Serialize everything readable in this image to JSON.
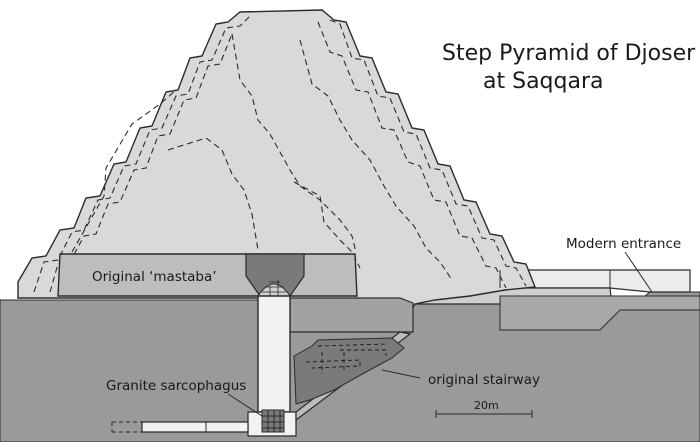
{
  "title": {
    "line1": "Step Pyramid of Djoser",
    "line2": "at Saqqara"
  },
  "labels": {
    "original_mastaba": "Original ‘mastaba’",
    "modern_entrance": "Modern entrance",
    "granite_sarcophagus": "Granite sarcophagus",
    "original_stairway": "original stairway"
  },
  "scale_bar": {
    "label": "20m"
  },
  "colors": {
    "ground": "#9a9a9a",
    "pyramid": "#d9d9d9",
    "mastaba": "#bdbdbd",
    "shaft": "#f2f2f2",
    "dark_fill": "#7a7a7a",
    "outline": "#2b2b2b"
  }
}
